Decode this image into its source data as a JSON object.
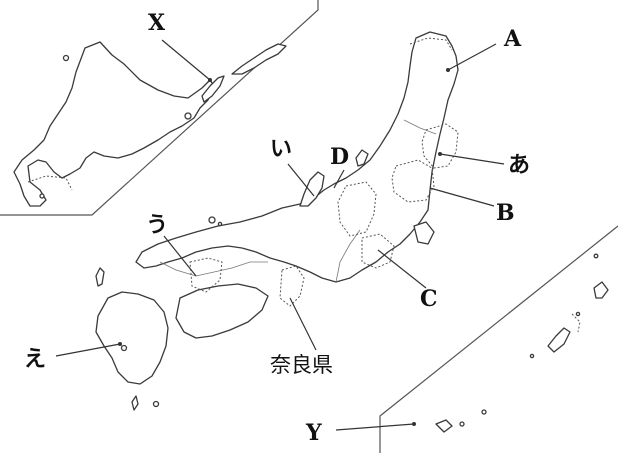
{
  "labels": {
    "X": "X",
    "A": "A",
    "D": "D",
    "i": "い",
    "a": "あ",
    "B": "B",
    "u": "う",
    "C": "C",
    "e": "え",
    "nara": "奈良県",
    "Y": "Y"
  }
}
